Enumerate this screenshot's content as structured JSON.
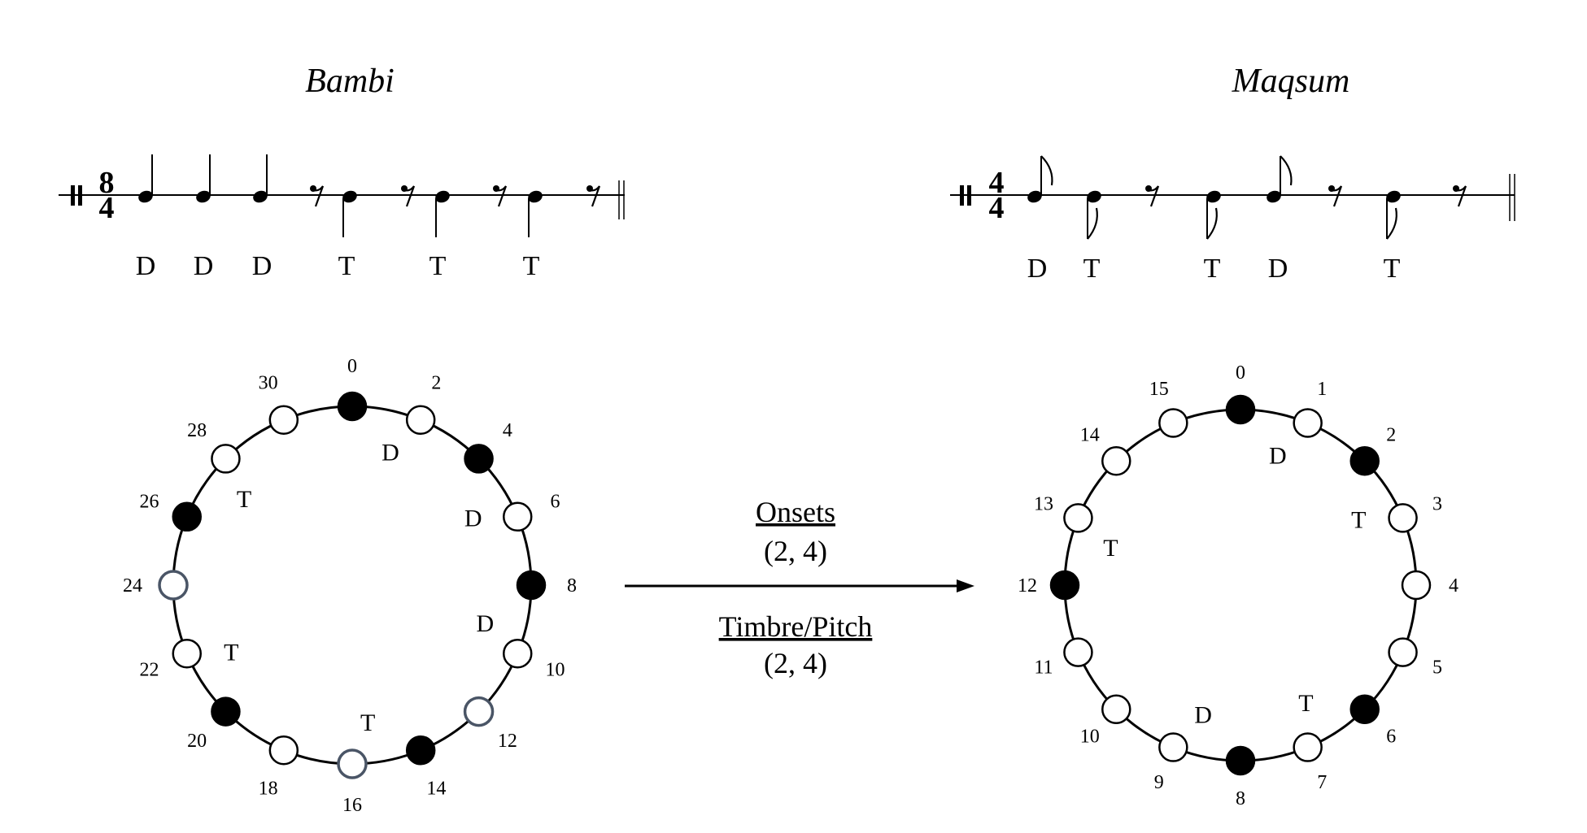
{
  "bambi": {
    "title": "Bambi",
    "time_signature": {
      "top": "8",
      "bottom": "4"
    },
    "stroke_labels": [
      "D",
      "D",
      "D",
      "T",
      "T",
      "T"
    ],
    "circle": {
      "step_count": 16,
      "step_multiplier": 2,
      "position_labels": [
        "0",
        "2",
        "4",
        "6",
        "8",
        "10",
        "12",
        "14",
        "16",
        "18",
        "20",
        "22",
        "24",
        "26",
        "28",
        "30"
      ],
      "onsets": [
        {
          "position": "0",
          "stroke": "D"
        },
        {
          "position": "4",
          "stroke": "D"
        },
        {
          "position": "8",
          "stroke": "D"
        },
        {
          "position": "14",
          "stroke": "T"
        },
        {
          "position": "20",
          "stroke": "T"
        },
        {
          "position": "26",
          "stroke": "T"
        }
      ],
      "highlighted_empty": [
        "12",
        "16",
        "24"
      ]
    }
  },
  "maqsum": {
    "title": "Maqsum",
    "time_signature": {
      "top": "4",
      "bottom": "4"
    },
    "stroke_labels": [
      "D",
      "T",
      "T",
      "D",
      "T"
    ],
    "circle": {
      "step_count": 16,
      "step_multiplier": 1,
      "position_labels": [
        "0",
        "1",
        "2",
        "3",
        "4",
        "5",
        "6",
        "7",
        "8",
        "9",
        "10",
        "11",
        "12",
        "13",
        "14",
        "15"
      ],
      "onsets": [
        {
          "position": "0",
          "stroke": "D"
        },
        {
          "position": "2",
          "stroke": "T"
        },
        {
          "position": "6",
          "stroke": "T"
        },
        {
          "position": "8",
          "stroke": "D"
        },
        {
          "position": "12",
          "stroke": "T"
        }
      ],
      "highlighted_empty": []
    }
  },
  "transform": {
    "onsets_label": "Onsets",
    "onsets_value": "(2, 4)",
    "timbre_label": "Timbre/Pitch",
    "timbre_value": "(2, 4)"
  },
  "colors": {
    "ink": "#000000",
    "empty_fill": "#ffffff",
    "highlight_stroke": "#4a5566"
  }
}
